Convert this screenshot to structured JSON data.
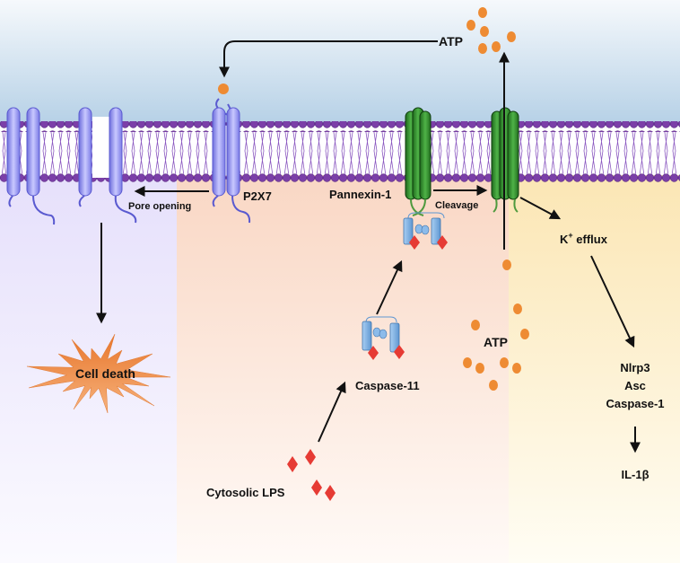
{
  "title": "Caspase-11 / Pannexin-1 / P2X7 signaling diagram",
  "colors": {
    "extracellular_top": "#f6f9fc",
    "extracellular_bottom": "#b5d0e6",
    "region_cell_death": "#e6e0fb",
    "region_caspase11": "#f9d7c4",
    "region_inflammasome": "#fbe6b4",
    "lipid_head": "#7b3fa8",
    "lipid_tail": "#8a57c0",
    "p2x7": "#8f8ff0",
    "pannexin": "#3f9a3a",
    "caspase11": "#7fb2e3",
    "lps": "#e63b34",
    "atp": "#ee8b33",
    "cell_death_burst": "#f08e45"
  },
  "labels": {
    "atp_top": "ATP",
    "p2x7": "P2X7",
    "pannexin1": "Pannexin-1",
    "cleavage": "Cleavage",
    "pore_opening": "Pore opening",
    "k_efflux_base": "K",
    "k_efflux_sup": "+",
    "k_efflux_rest": " efflux",
    "atp_cytosol": "ATP",
    "caspase11": "Caspase-11",
    "cytosolic_lps": "Cytosolic LPS",
    "cell_death": "Cell death",
    "inflammasome": [
      "Nlrp3",
      "Asc",
      "Caspase-1"
    ],
    "il1b": "IL-1β"
  },
  "nodes": [
    {
      "id": "cytosolic-lps",
      "label": "Cytosolic LPS"
    },
    {
      "id": "caspase-11",
      "label": "Caspase-11"
    },
    {
      "id": "pannexin-1",
      "label": "Pannexin-1"
    },
    {
      "id": "atp-release",
      "label": "ATP"
    },
    {
      "id": "p2x7",
      "label": "P2X7"
    },
    {
      "id": "pore-opening",
      "label": "Pore opening"
    },
    {
      "id": "cell-death",
      "label": "Cell death"
    },
    {
      "id": "k-efflux",
      "label": "K+ efflux"
    },
    {
      "id": "inflammasome",
      "label": "Nlrp3 / Asc / Caspase-1"
    },
    {
      "id": "il-1b",
      "label": "IL-1β"
    }
  ],
  "edges": [
    {
      "from": "cytosolic-lps",
      "to": "caspase-11"
    },
    {
      "from": "caspase-11",
      "to": "pannexin-1"
    },
    {
      "from": "pannexin-1",
      "to": "pannexin-1-cleaved",
      "label": "Cleavage"
    },
    {
      "from": "pannexin-1-cleaved",
      "to": "atp-release"
    },
    {
      "from": "atp-release",
      "to": "p2x7"
    },
    {
      "from": "p2x7",
      "to": "pore-opening",
      "label": "Pore opening"
    },
    {
      "from": "pore-opening",
      "to": "cell-death"
    },
    {
      "from": "pannexin-1-cleaved",
      "to": "k-efflux"
    },
    {
      "from": "k-efflux",
      "to": "inflammasome"
    },
    {
      "from": "inflammasome",
      "to": "il-1b"
    }
  ]
}
